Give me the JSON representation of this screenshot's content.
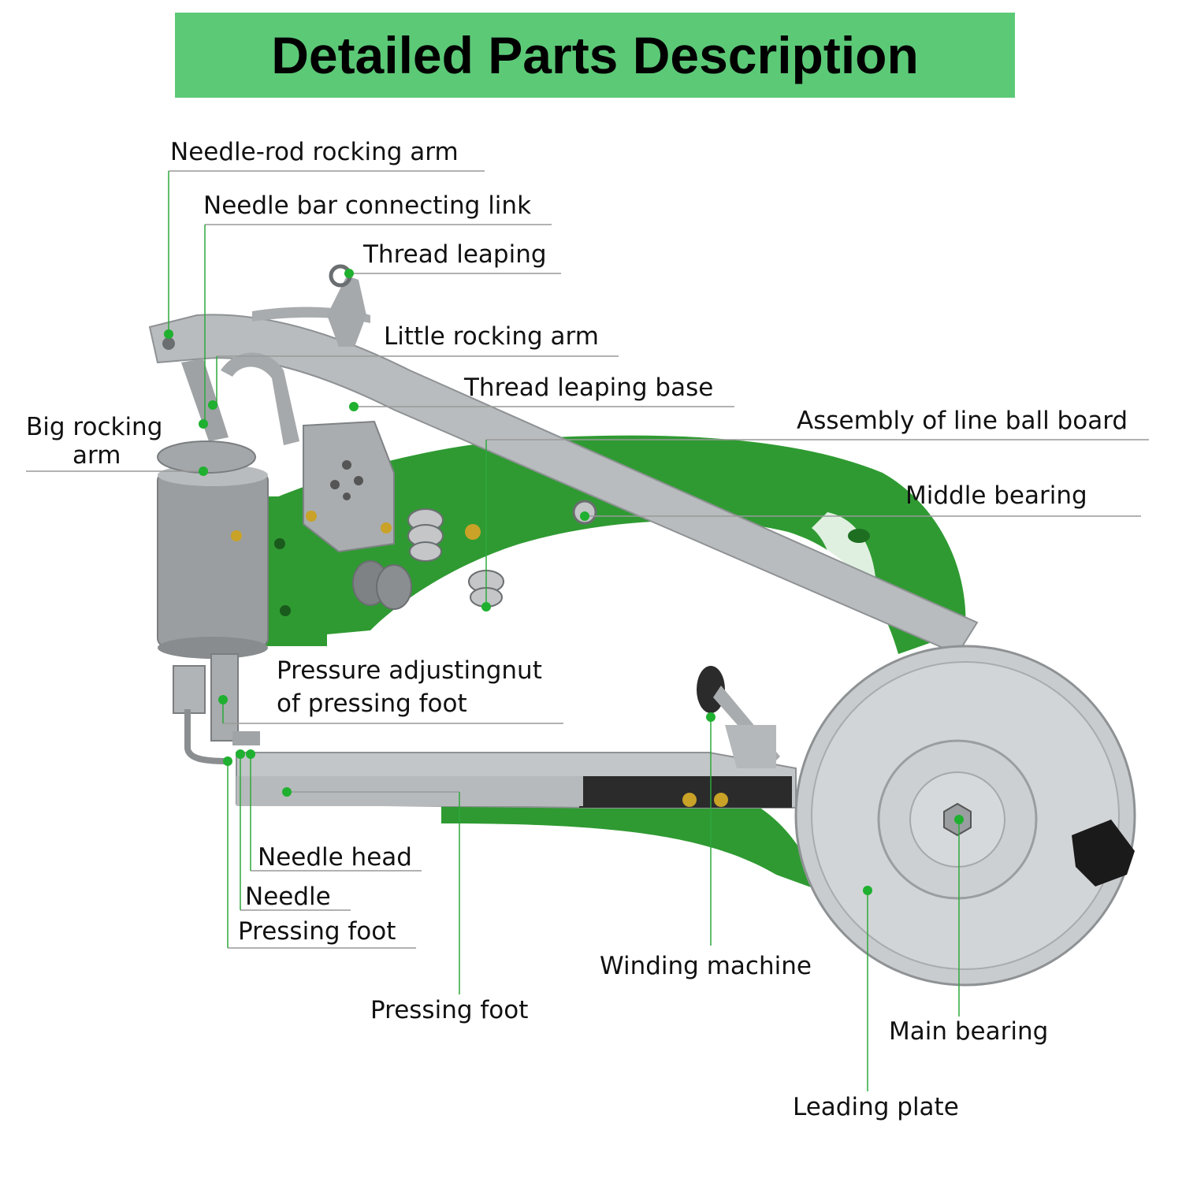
{
  "title": "Detailed Parts Description",
  "colors": {
    "banner": "#5cc977",
    "leader_line": "#2ea83c",
    "dot": "#1fb030",
    "machine_green": "#2f9a32",
    "machine_silver": "#b8bcbe"
  },
  "labels": {
    "needle_rod_rocking_arm": "Needle-rod rocking arm",
    "needle_bar_connecting_link": "Needle bar connecting link",
    "thread_leaping": "Thread leaping",
    "little_rocking_arm": "Little rocking arm",
    "thread_leaping_base": "Thread leaping base",
    "big_rocking_arm_1": "Big rocking",
    "big_rocking_arm_2": "arm",
    "assembly_line_ball_board": "Assembly of line ball board",
    "middle_bearing": "Middle bearing",
    "pressure_adjusting_nut_1": "Pressure adjustingnut",
    "pressure_adjusting_nut_2": "of pressing foot",
    "needle_head": "Needle head",
    "needle": "Needle",
    "pressing_foot_upper": "Pressing foot",
    "pressing_foot_lower": "Pressing foot",
    "winding_machine": "Winding machine",
    "main_bearing": "Main bearing",
    "leading_plate": "Leading plate"
  }
}
